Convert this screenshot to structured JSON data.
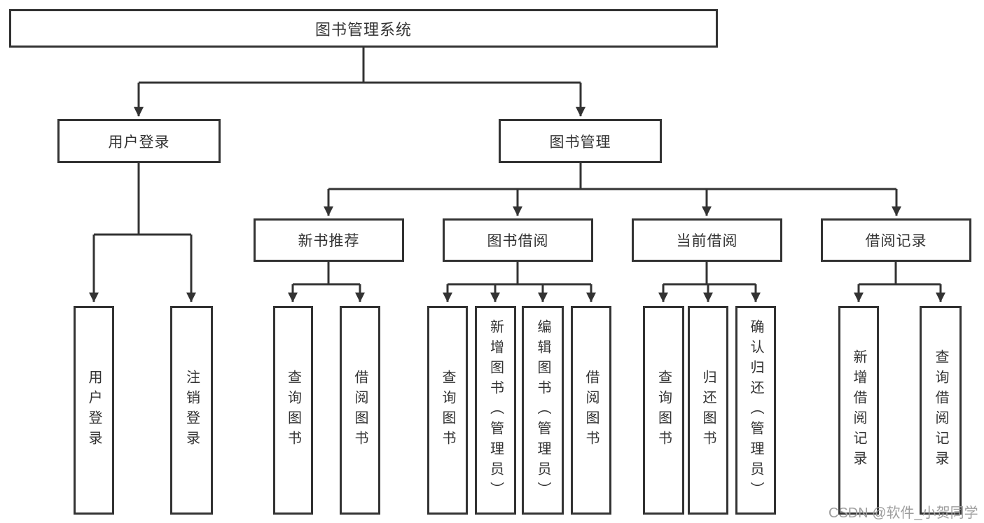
{
  "diagram": {
    "title": "图书管理系统",
    "root": {
      "label": "图书管理系统"
    },
    "branches": [
      {
        "label": "用户登录",
        "children": [
          {
            "label": "用户登录"
          },
          {
            "label": "注销登录"
          }
        ]
      },
      {
        "label": "图书管理",
        "children": [
          {
            "label": "新书推荐",
            "children": [
              {
                "label": "查询图书"
              },
              {
                "label": "借阅图书"
              }
            ]
          },
          {
            "label": "图书借阅",
            "children": [
              {
                "label": "查询图书"
              },
              {
                "label": "新增图书（管理员）"
              },
              {
                "label": "编辑图书（管理员）"
              },
              {
                "label": "借阅图书"
              }
            ]
          },
          {
            "label": "当前借阅",
            "children": [
              {
                "label": "查询图书"
              },
              {
                "label": "归还图书"
              },
              {
                "label": "确认归还（管理员）"
              }
            ]
          },
          {
            "label": "借阅记录",
            "children": [
              {
                "label": "新增借阅记录"
              },
              {
                "label": "查询借阅记录"
              }
            ]
          }
        ]
      }
    ]
  },
  "watermark": {
    "text": "CSDN @软件_小贺同学"
  },
  "colors": {
    "line": "#333333",
    "box_border": "#333333",
    "text": "#333333",
    "watermark": "#9e9e9e",
    "background": "#ffffff"
  }
}
